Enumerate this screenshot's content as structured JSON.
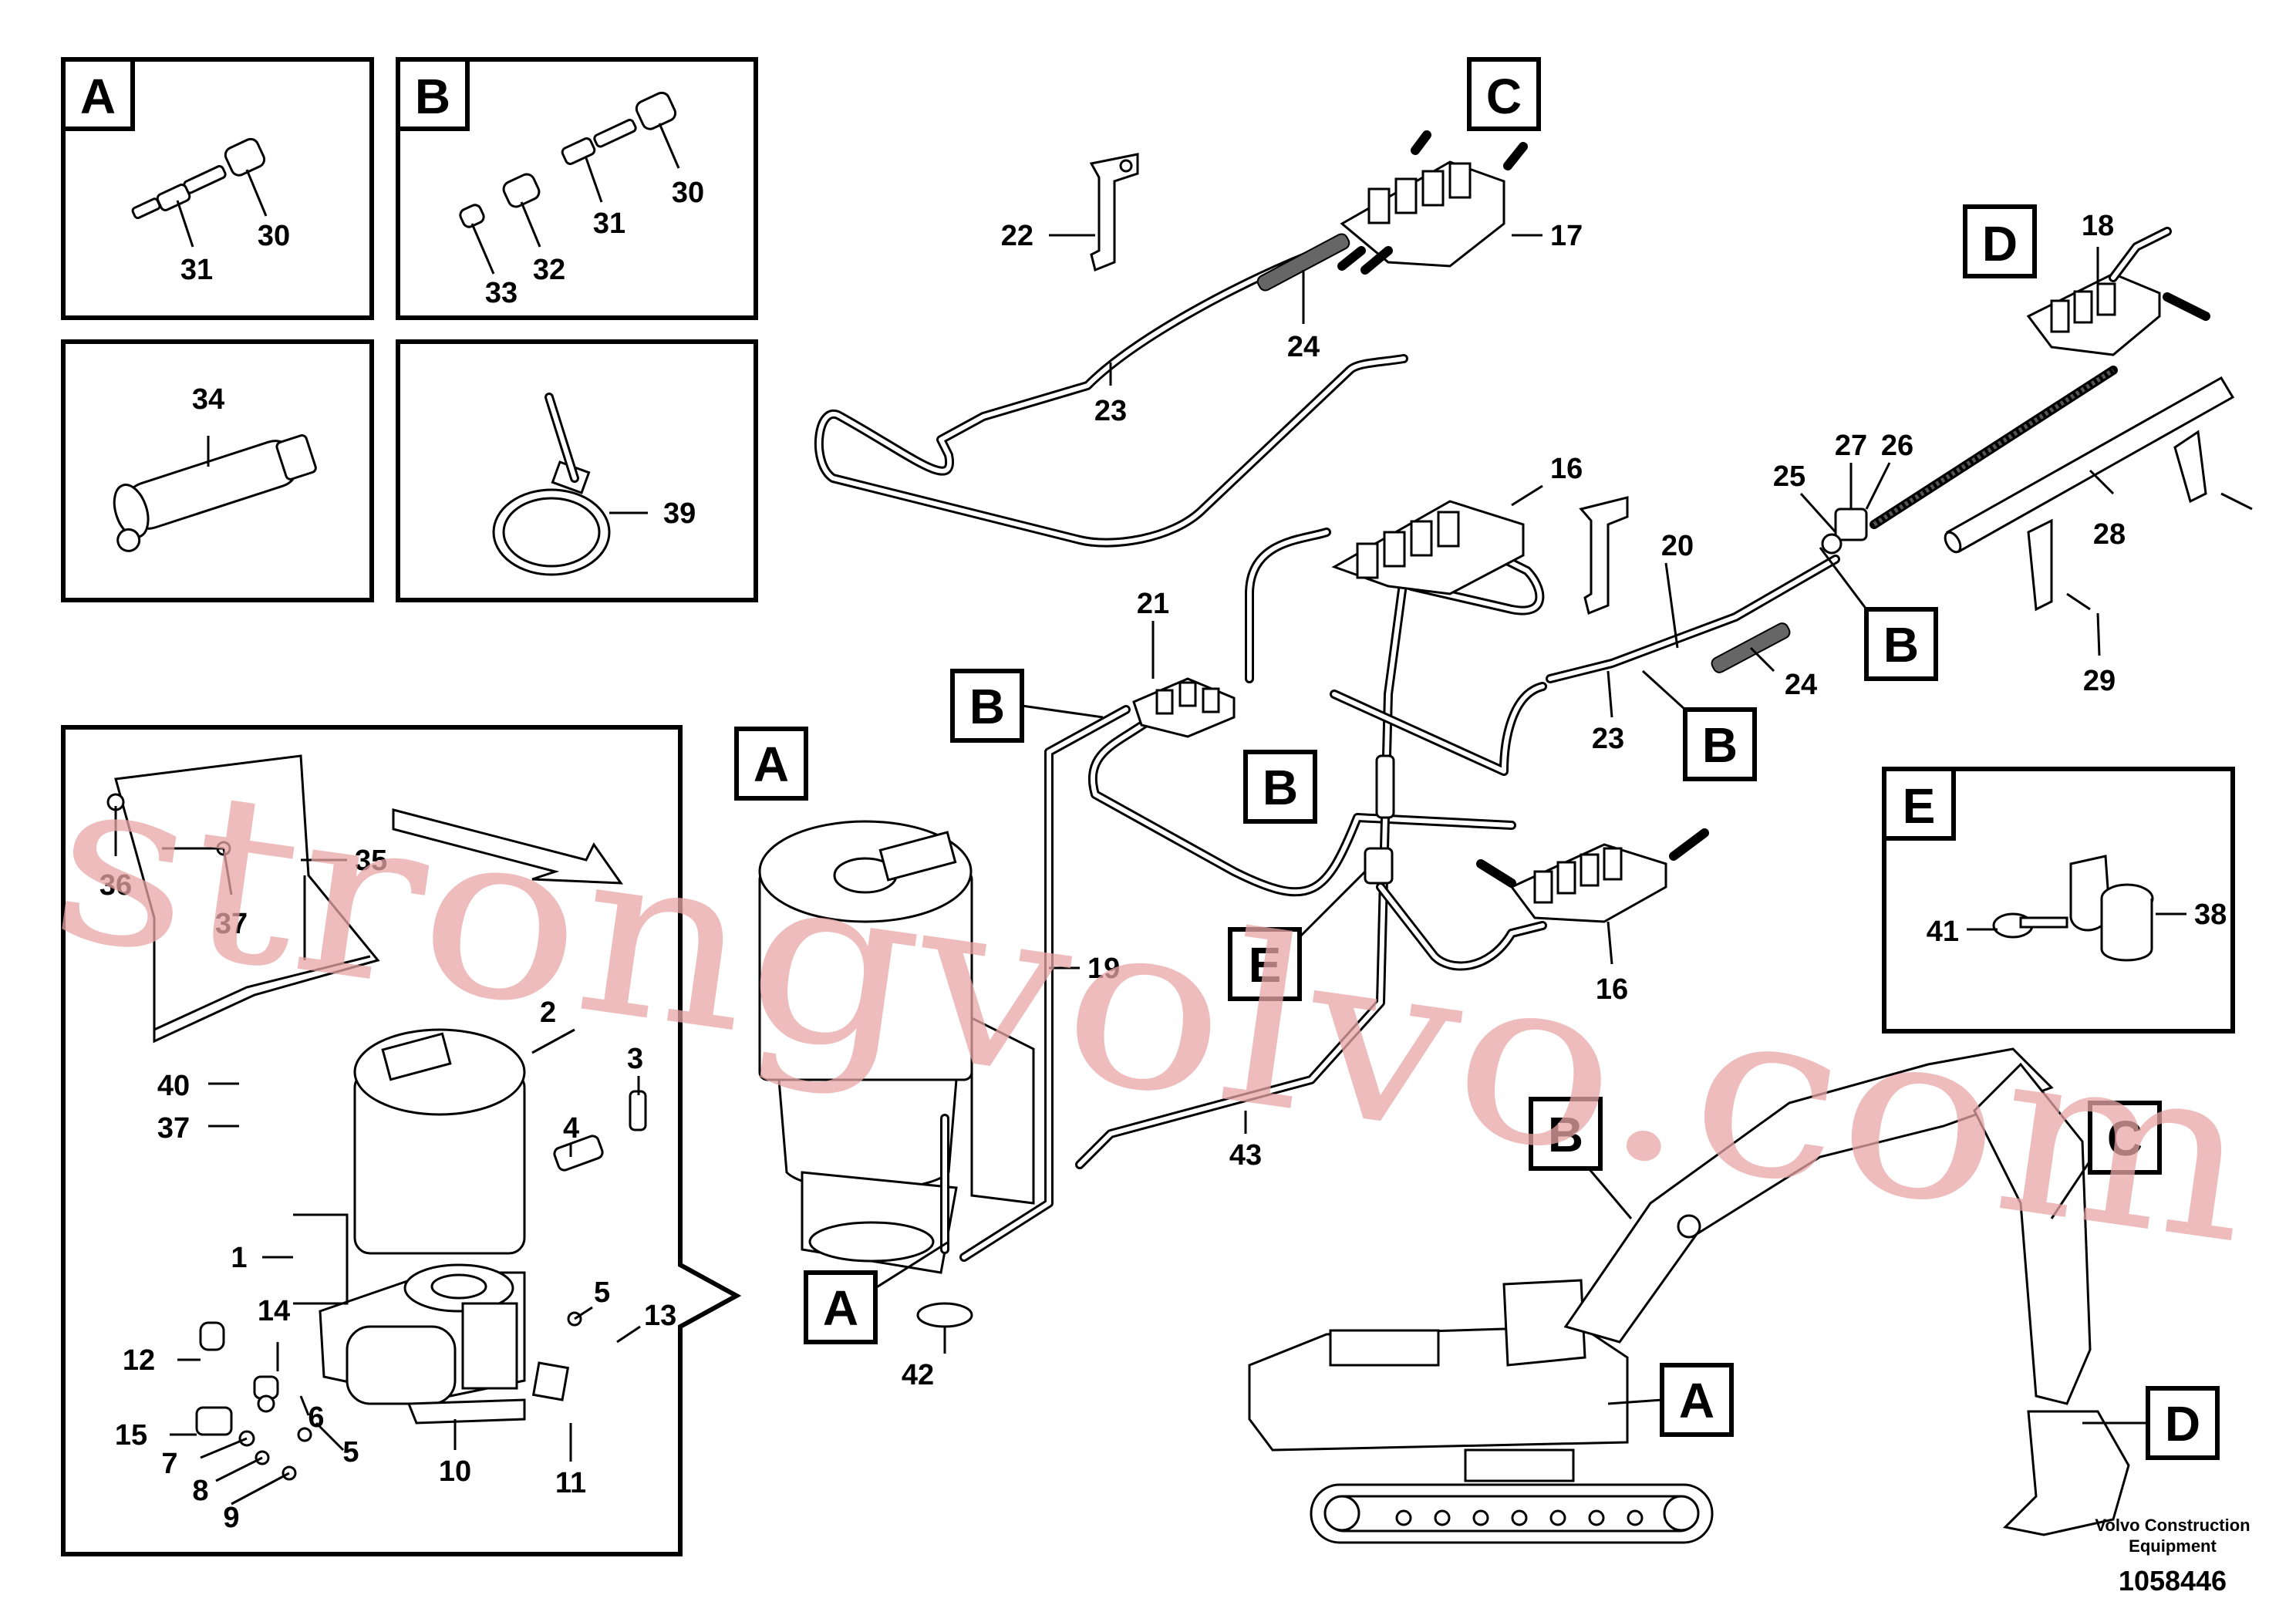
{
  "panels": {
    "A": "A",
    "B": "B",
    "C": "C",
    "D": "D",
    "E": "E"
  },
  "callouts": {
    "main_a": "A",
    "main_a2": "A",
    "main_b1": "B",
    "main_b2": "B",
    "main_b3": "B",
    "main_b4": "B",
    "main_b5": "B",
    "main_e": "E",
    "mach_a": "A",
    "mach_b": "B",
    "mach_c": "C",
    "mach_d": "D"
  },
  "parts": {
    "p1": "1",
    "p2": "2",
    "p3": "3",
    "p4": "4",
    "p5a": "5",
    "p5b": "5",
    "p6": "6",
    "p7": "7",
    "p8": "8",
    "p9": "9",
    "p10": "10",
    "p11": "11",
    "p12": "12",
    "p13": "13",
    "p14": "14",
    "p15": "15",
    "p16a": "16",
    "p16b": "16",
    "p17": "17",
    "p18": "18",
    "p19": "19",
    "p20": "20",
    "p21": "21",
    "p22": "22",
    "p23a": "23",
    "p23b": "23",
    "p24a": "24",
    "p24b": "24",
    "p25": "25",
    "p26": "26",
    "p27": "27",
    "p28": "28",
    "p29": "29",
    "p30a": "30",
    "p30b": "30",
    "p31a": "31",
    "p31b": "31",
    "p32": "32",
    "p33": "33",
    "p34": "34",
    "p35": "35",
    "p36": "36",
    "p37a": "37",
    "p37b": "37",
    "p38": "38",
    "p39": "39",
    "p40": "40",
    "p41": "41",
    "p42": "42",
    "p43": "43"
  },
  "watermark": "strongvolvo.com",
  "footer": {
    "company_line1": "Volvo Construction",
    "company_line2": "Equipment",
    "drawing_number": "1058446"
  }
}
